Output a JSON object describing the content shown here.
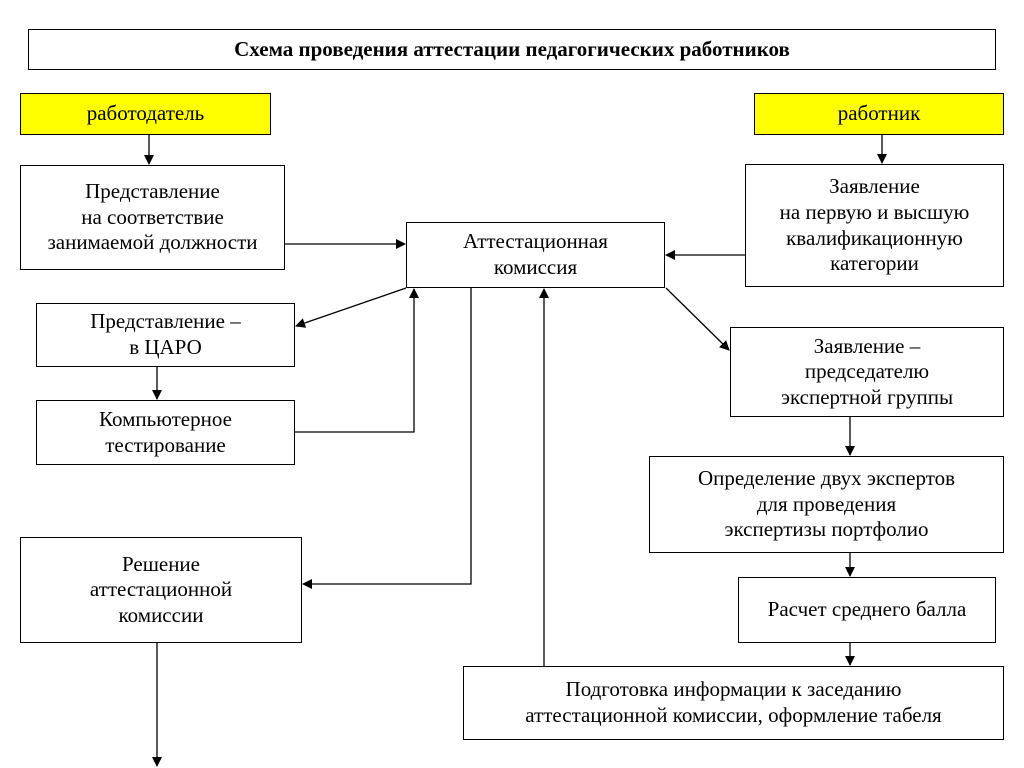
{
  "title": "Схема проведения аттестации педагогических работников",
  "nodes": {
    "employer": "работодатель",
    "employee": "работник",
    "submission": "Представление\nна соответствие\nзанимаемой должности",
    "commission": "Аттестационная\nкомиссия",
    "application": "Заявление\nна первую и высшую\nквалификационную\nкатегории",
    "submission_tsaro": "Представление –\nв ЦАРО",
    "application_chair": "Заявление –\nпредседателю\nэкспертной группы",
    "computer_testing": "Компьютерное\nтестирование",
    "experts": "Определение двух экспертов\nдля проведения\nэкспертизы портфолио",
    "decision": "Решение\nаттестационной\nкомиссии",
    "avg_score": "Расчет среднего балла",
    "preparation": "Подготовка информации к заседанию\nаттестационной комиссии, оформление табеля"
  },
  "colors": {
    "highlight": "#ffff00",
    "border": "#000000"
  }
}
